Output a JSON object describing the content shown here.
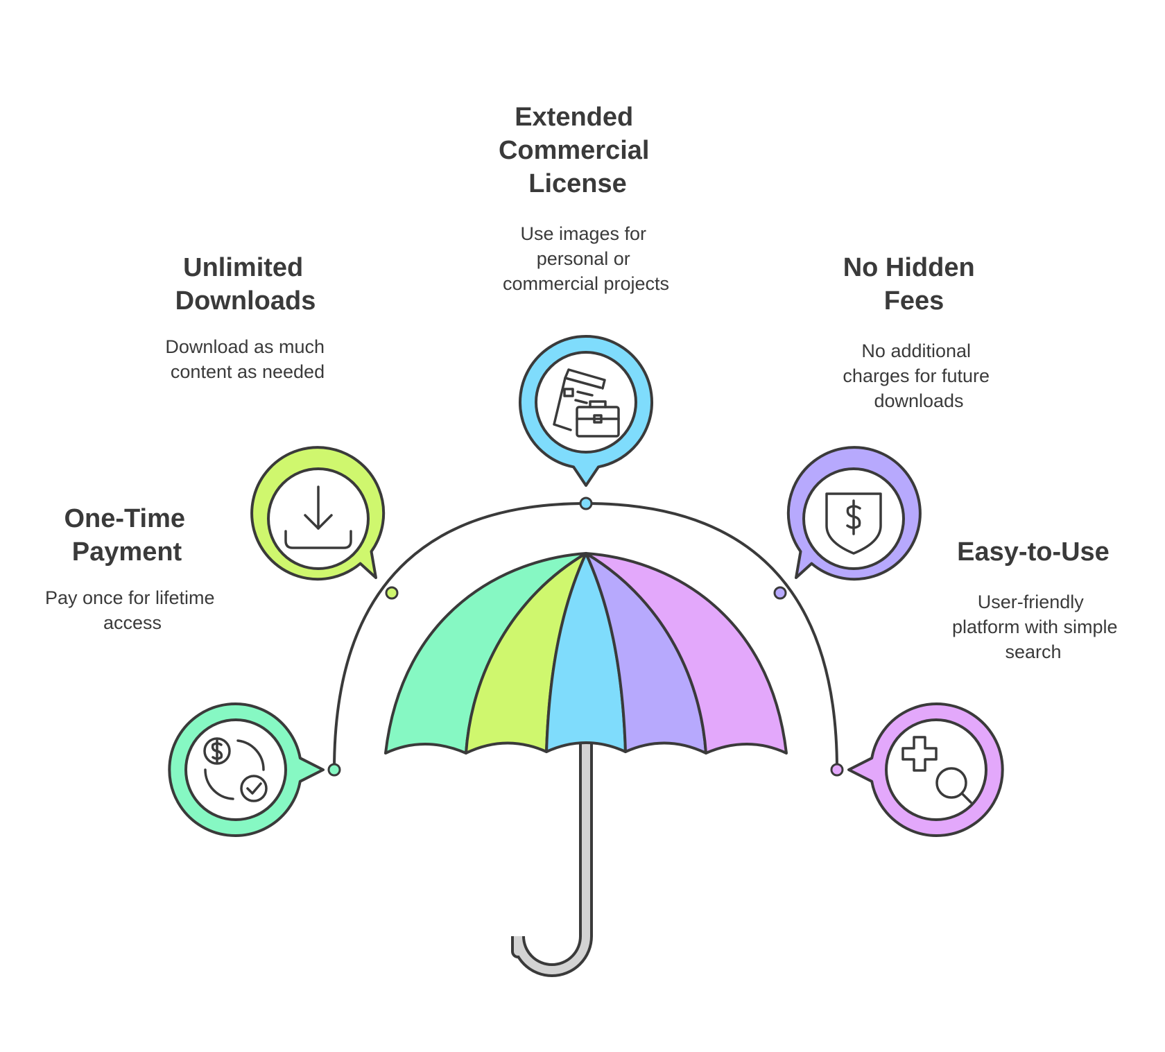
{
  "features": [
    {
      "id": "one-time-payment",
      "title": [
        "One-Time",
        "Payment"
      ],
      "description": [
        "Pay once for lifetime",
        "access"
      ],
      "color": "#86f8c3",
      "icon": "payment-cycle-icon"
    },
    {
      "id": "unlimited-downloads",
      "title": [
        "Unlimited",
        "Downloads"
      ],
      "description": [
        "Download as much",
        "content as needed"
      ],
      "color": "#cff76e",
      "icon": "download-icon"
    },
    {
      "id": "extended-license",
      "title": [
        "Extended",
        "Commercial",
        "License"
      ],
      "description": [
        "Use images for",
        "personal or",
        "commercial projects"
      ],
      "color": "#7fdcfc",
      "icon": "documents-briefcase-icon"
    },
    {
      "id": "no-hidden-fees",
      "title": [
        "No Hidden",
        "Fees"
      ],
      "description": [
        "No additional",
        "charges for future",
        "downloads"
      ],
      "color": "#b7a9fd",
      "icon": "shield-dollar-icon"
    },
    {
      "id": "easy-to-use",
      "title": [
        "Easy-to-Use"
      ],
      "description": [
        "User-friendly",
        "platform with simple",
        "search"
      ],
      "color": "#e3a8fb",
      "icon": "search-plus-icon"
    }
  ],
  "colors": {
    "outline": "#3a3a3a",
    "handle": "#d3d3d3",
    "background": "#ffffff"
  }
}
